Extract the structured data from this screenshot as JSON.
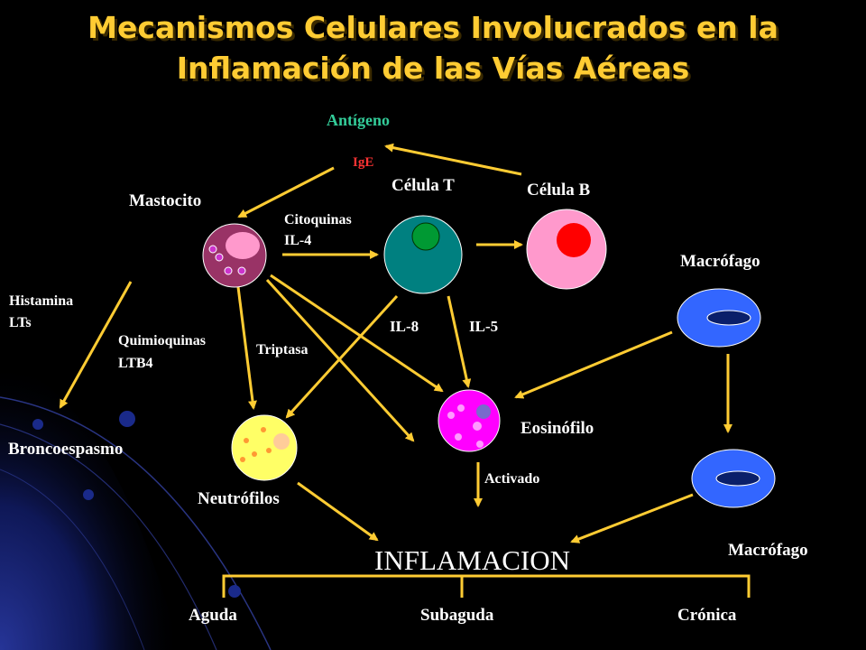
{
  "title": {
    "line1": "Mecanismos Celulares Involucrados en la",
    "line2": "Inflamación de las Vías Aéreas"
  },
  "nodes": {
    "antigeno": "Antígeno",
    "ige": "IgE",
    "mastocito": "Mastocito",
    "celula_t": "Célula T",
    "celula_b": "Célula B",
    "macrofago_top": "Macrófago",
    "macrofago_bottom": "Macrófago",
    "eosinofilo": "Eosinófilo",
    "neutrofilos": "Neutrófilos",
    "broncoespasmo": "Broncoespasmo",
    "inflamacion": "INFLAMACION",
    "aguda": "Aguda",
    "subaguda": "Subaguda",
    "cronica": "Crónica"
  },
  "edge_labels": {
    "citoquinas": "Citoquinas",
    "il4": "IL-4",
    "histamina": "Histamina",
    "lts": "LTs",
    "quimioquinas": "Quimioquinas",
    "ltb4": "LTB4",
    "triptasa": "Triptasa",
    "il8": "IL-8",
    "il5": "IL-5",
    "activado": "Activado"
  },
  "colors": {
    "title": "#ffcc33",
    "arrows": "#ffcc33",
    "antigeno": "#33cc99",
    "ige": "#ff3333",
    "background": "#000000",
    "accent_blue": "#1a2a8a"
  }
}
